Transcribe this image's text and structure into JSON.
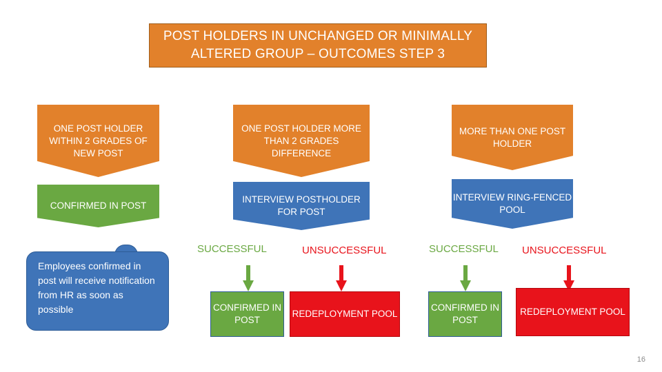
{
  "slide": {
    "title": "POST HOLDERS IN UNCHANGED OR MINIMALLY ALTERED GROUP – OUTCOMES STEP 3",
    "page_number": "16"
  },
  "colors": {
    "orange": "#e2812b",
    "green": "#6aa842",
    "blue": "#3f74b8",
    "red": "#e8131b",
    "white": "#ffffff"
  },
  "columns": [
    {
      "id": "col-1",
      "header": "ONE POST HOLDER WITHIN 2 GRADES OF NEW POST",
      "second": "CONFIRMED IN POST",
      "callout": "Employees confirmed in post will receive notification from HR as soon as possible"
    },
    {
      "id": "col-2",
      "header": "ONE POST HOLDER MORE THAN 2 GRADES DIFFERENCE",
      "second": "INTERVIEW POSTHOLDER FOR POST",
      "outcomes": [
        {
          "label": "SUCCESSFUL",
          "result": "CONFIRMED IN POST"
        },
        {
          "label": "UNSUCCESSFUL",
          "result": "REDEPLOYMENT POOL"
        }
      ]
    },
    {
      "id": "col-3",
      "header": "MORE THAN ONE POST HOLDER",
      "second": "INTERVIEW RING-FENCED POOL",
      "outcomes": [
        {
          "label": "SUCCESSFUL",
          "result": "CONFIRMED IN POST"
        },
        {
          "label": "UNSUCCESSFUL",
          "result": "REDEPLOYMENT POOL"
        }
      ]
    }
  ]
}
